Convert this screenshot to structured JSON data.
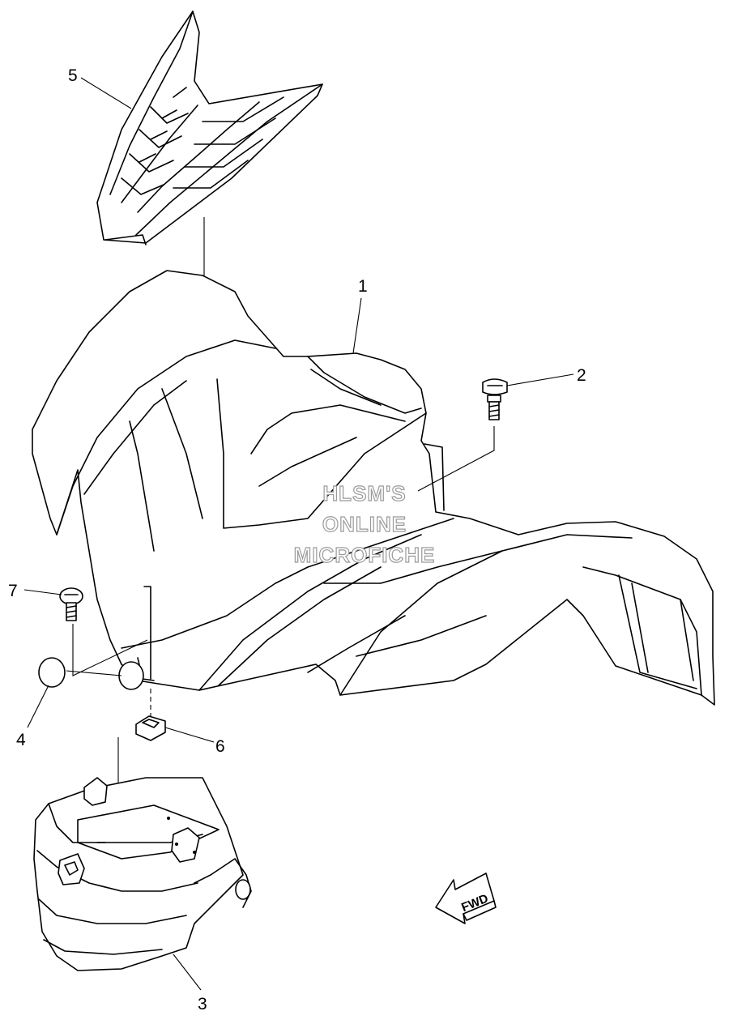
{
  "diagram": {
    "callouts": [
      {
        "id": "1",
        "label": "1"
      },
      {
        "id": "2",
        "label": "2"
      },
      {
        "id": "3",
        "label": "3"
      },
      {
        "id": "4",
        "label": "4"
      },
      {
        "id": "5",
        "label": "5"
      },
      {
        "id": "6",
        "label": "6"
      },
      {
        "id": "7",
        "label": "7"
      }
    ],
    "watermark": {
      "line1": "HLSM'S",
      "line2": "ONLINE",
      "line3": "MICROFICHE"
    },
    "direction_arrow": {
      "label": "FWD"
    }
  }
}
